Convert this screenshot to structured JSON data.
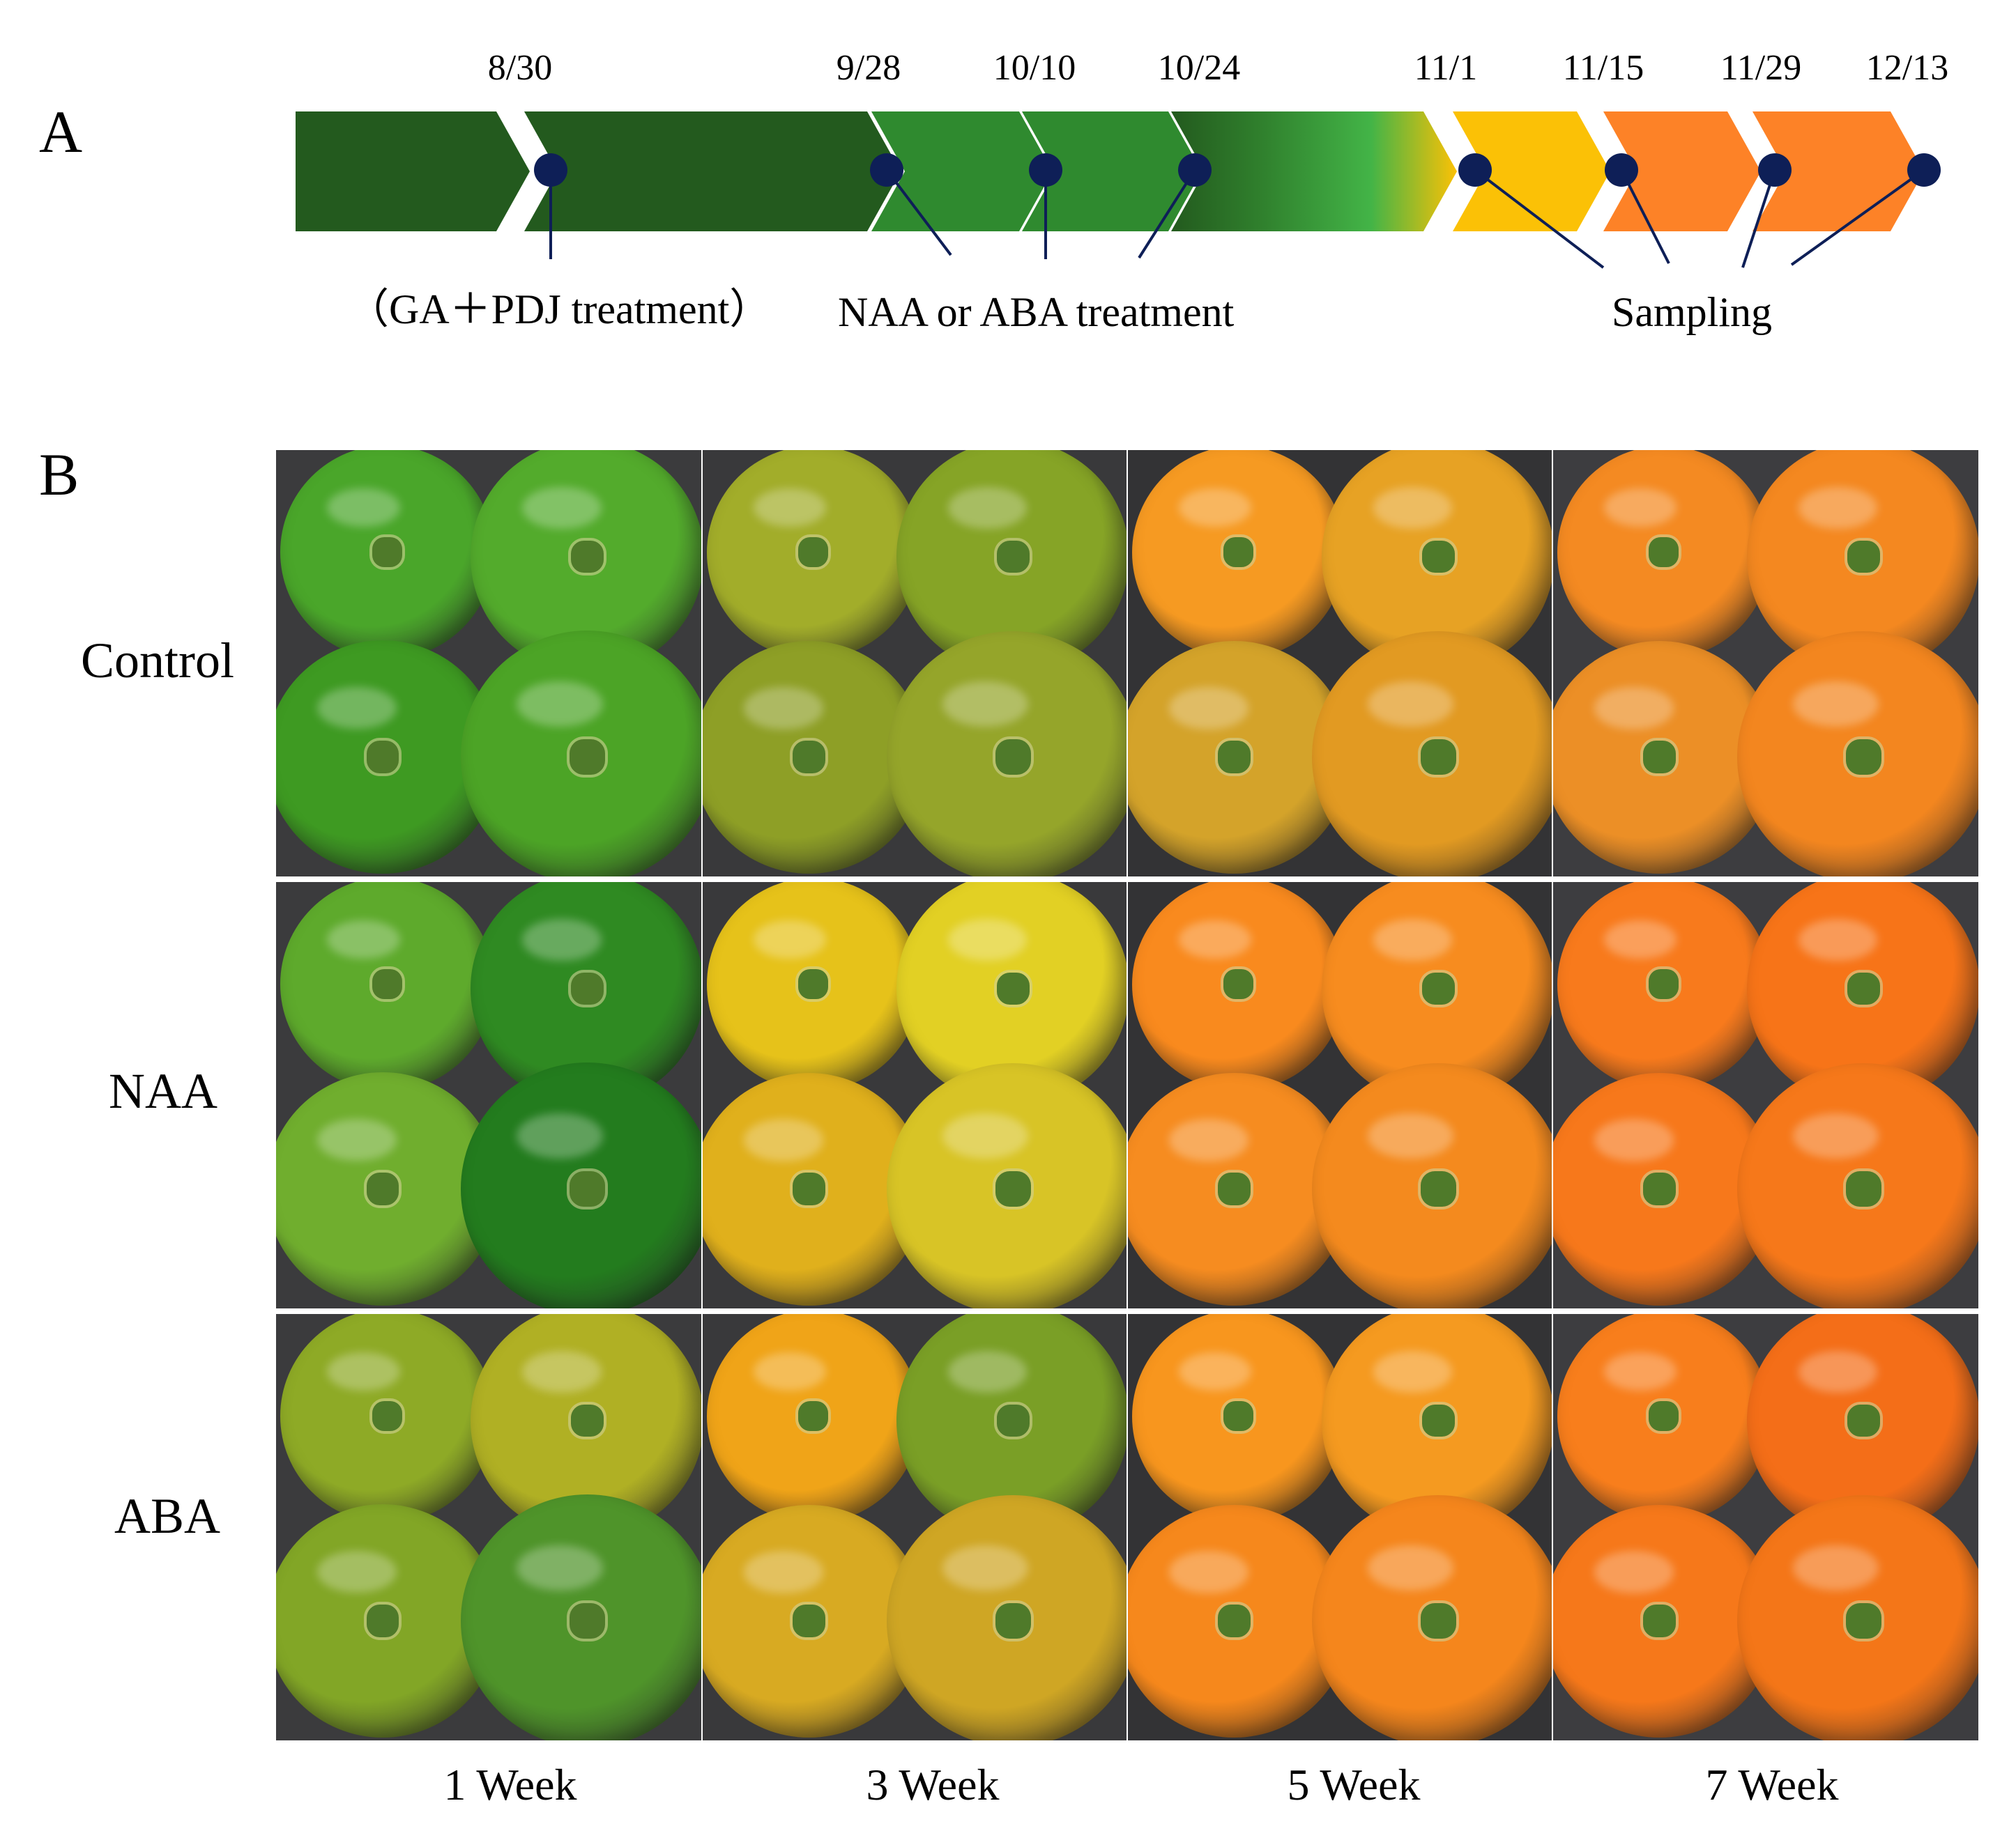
{
  "panels": {
    "a": "A",
    "b": "B"
  },
  "timeline": {
    "dates": [
      "8/30",
      "9/28",
      "10/10",
      "10/24",
      "11/1",
      "11/15",
      "11/29",
      "12/13"
    ],
    "captions": {
      "pre_treatment": "（GA＋PDJ treatment）",
      "treatment": "NAA or ABA treatment",
      "sampling": "Sampling"
    },
    "colors": {
      "dark_green": "#235a1e",
      "mid_green": "#2f8a2f",
      "bright_green": "#43b447",
      "yellow": "#fbc106",
      "orange": "#fd8227",
      "marker": "#0e1f57",
      "line": "#0e1f57"
    }
  },
  "photo_grid": {
    "rows": [
      "Control",
      "NAA",
      "ABA"
    ],
    "columns": [
      "1 Week",
      "3 Week",
      "5 Week",
      "7 Week"
    ],
    "background": "#3a3a3c",
    "fruit_colors": {
      "Control": [
        [
          "#4aa62a",
          "#53ab2c",
          "#3e9a22",
          "#4ca426"
        ],
        [
          "#a2ad2a",
          "#86a426",
          "#8e9f26",
          "#95a52a"
        ],
        [
          "#f69a22",
          "#e7a224",
          "#d4a32a",
          "#e29a22"
        ],
        [
          "#f48a22",
          "#f48820",
          "#ec8f26",
          "#f3861f"
        ]
      ],
      "NAA": [
        [
          "#5eaa2c",
          "#2f8a22",
          "#70ae2e",
          "#237c1e"
        ],
        [
          "#e6c21a",
          "#e2d024",
          "#e0b01c",
          "#d8c426"
        ],
        [
          "#f98a1e",
          "#f78c1f",
          "#f68c20",
          "#f48a1e"
        ],
        [
          "#f87a1c",
          "#f77418",
          "#f7781b",
          "#f6781a"
        ]
      ],
      "ABA": [
        [
          "#8eaa26",
          "#b0b024",
          "#82a626",
          "#4f942a"
        ],
        [
          "#f0a418",
          "#7a9f26",
          "#d8aa22",
          "#cfa624"
        ],
        [
          "#f8961e",
          "#f59a20",
          "#f6881c",
          "#f5861c"
        ],
        [
          "#f87e1c",
          "#f46e18",
          "#f6781a",
          "#f47618"
        ]
      ]
    }
  }
}
